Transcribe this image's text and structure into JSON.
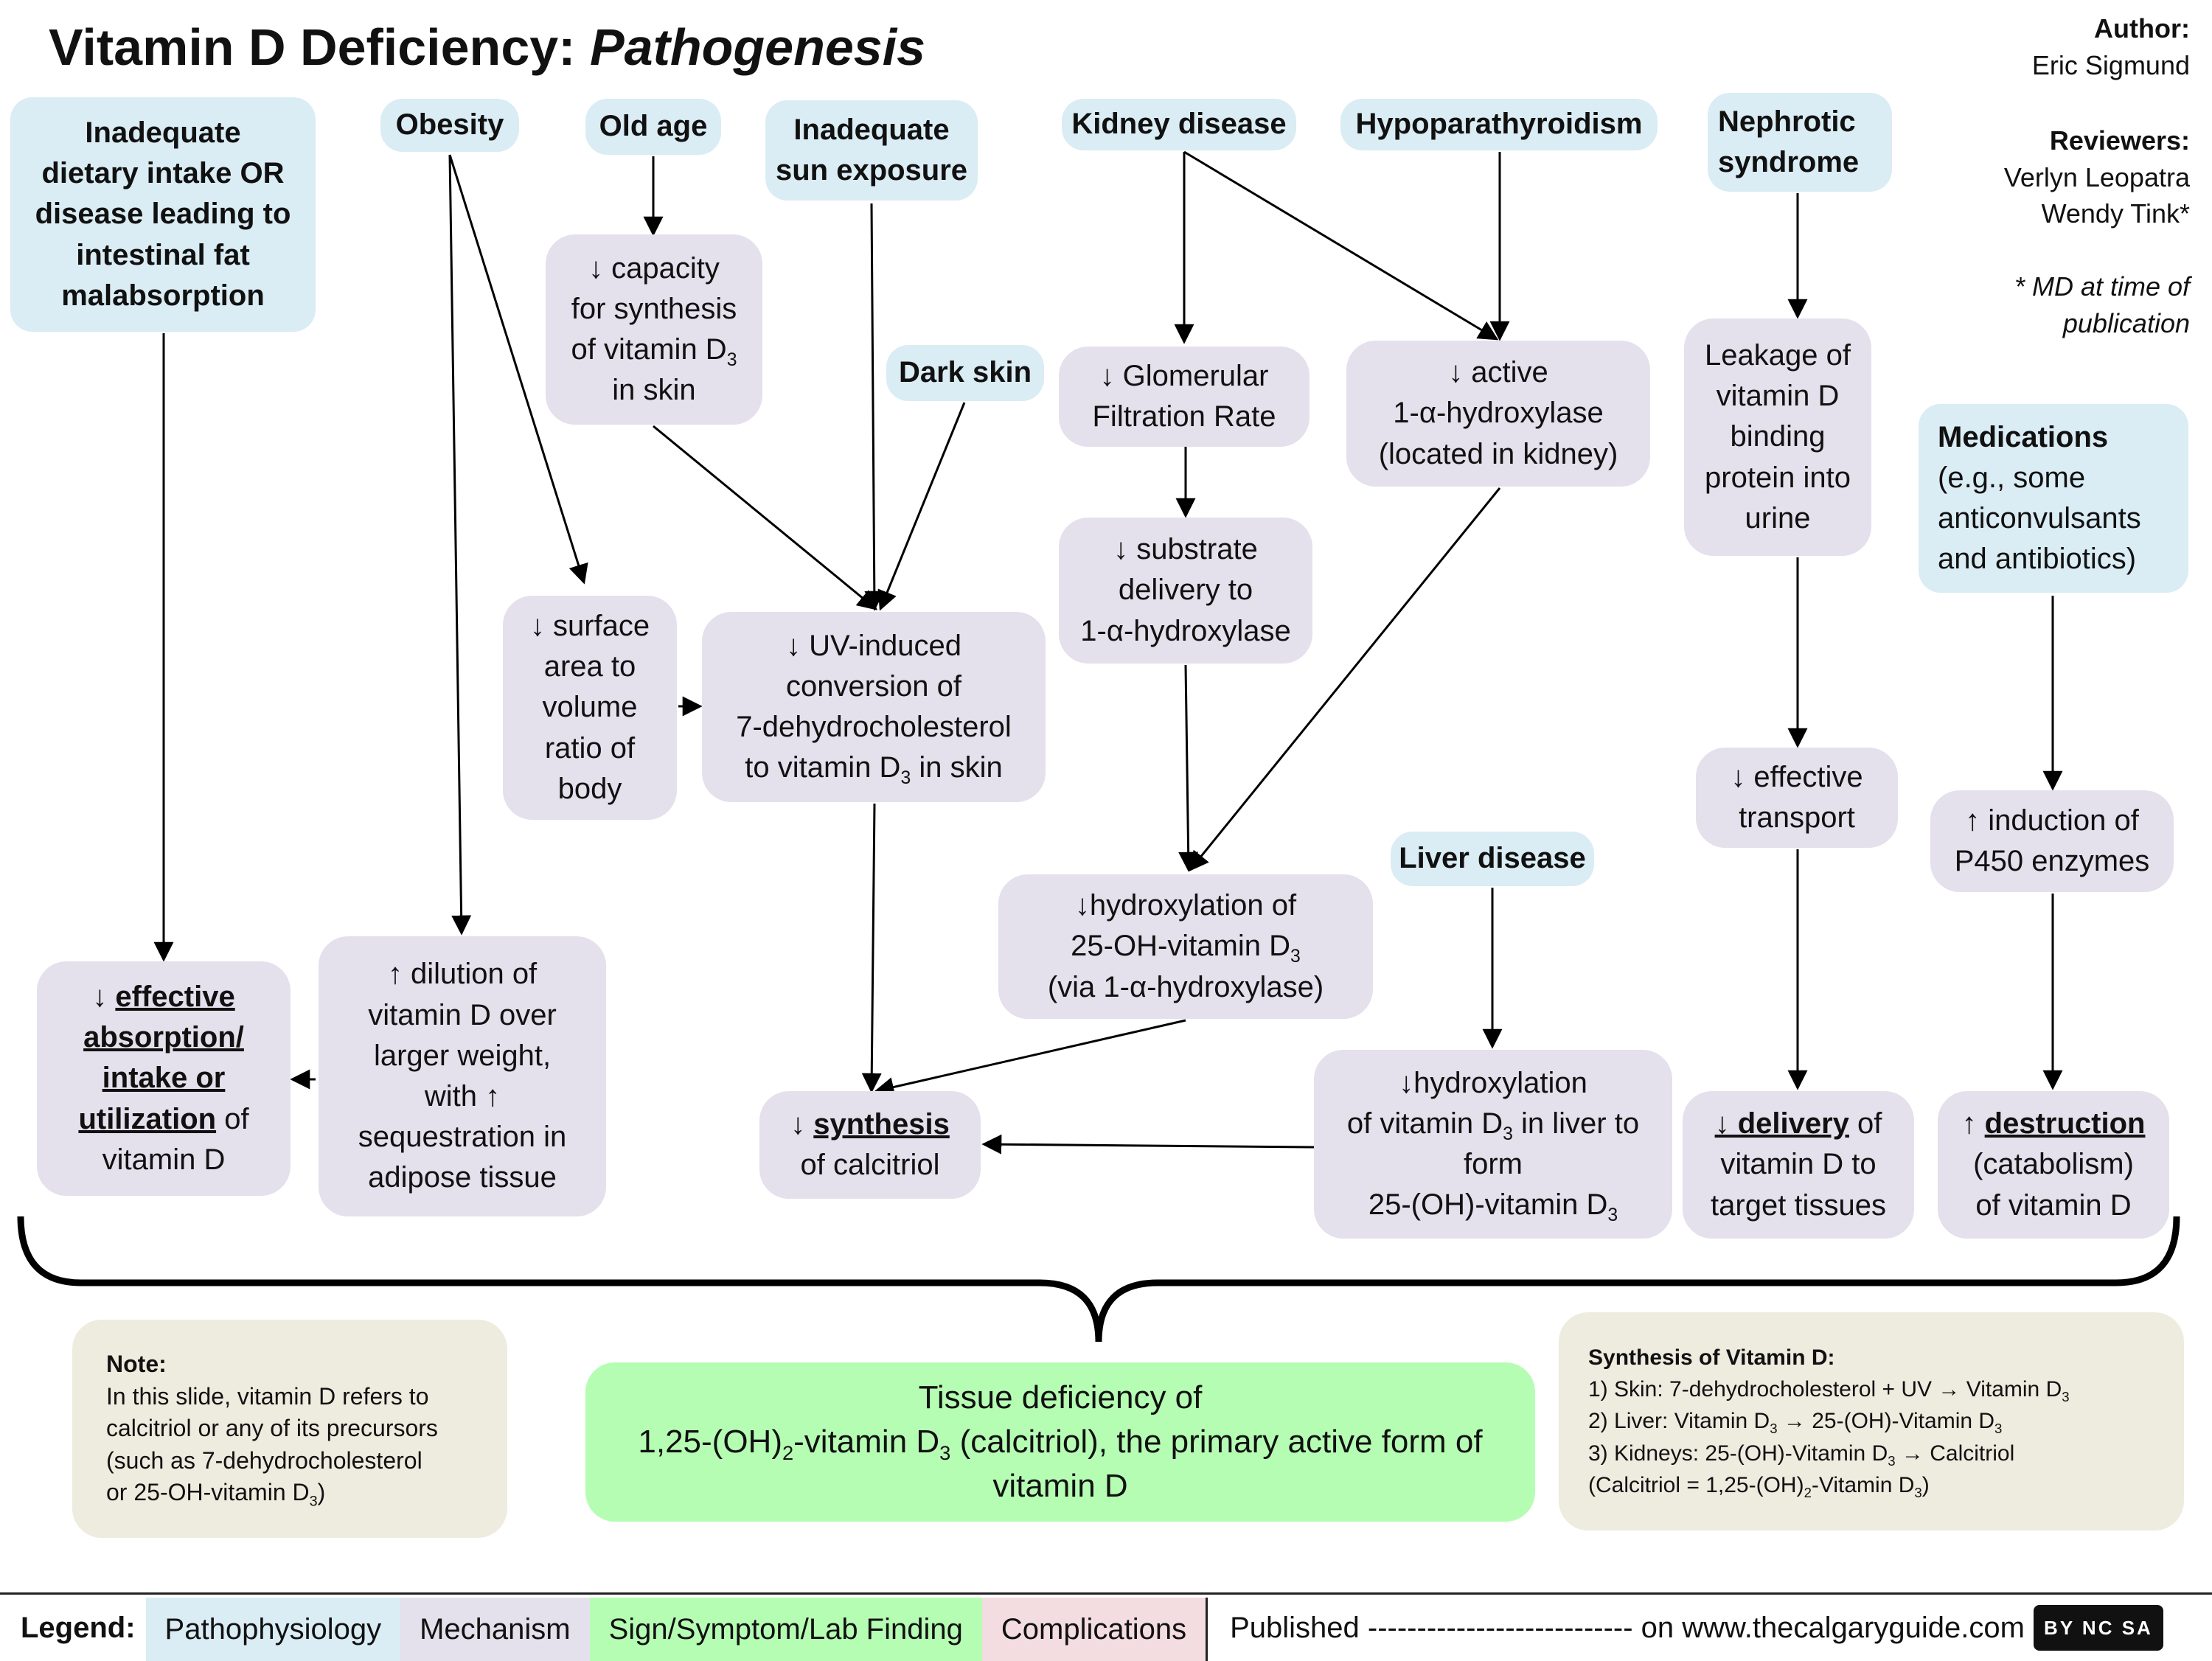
{
  "title": {
    "main": "Vitamin D Deficiency:",
    "sub": "Pathogenesis"
  },
  "credits": {
    "author_label": "Author:",
    "author": "Eric Sigmund",
    "reviewers_label": "Reviewers:",
    "reviewers": [
      "Verlyn Leopatra",
      "Wendy Tink*"
    ],
    "footnote": [
      "* MD at time of",
      "publication"
    ]
  },
  "nodes": {
    "malabsorption": [
      "Inadequate",
      "dietary intake OR",
      "disease leading to",
      "intestinal fat",
      "malabsorption"
    ],
    "obesity": "Obesity",
    "old_age": "Old age",
    "inadequate_sun": [
      "Inadequate",
      "sun exposure"
    ],
    "kidney_disease": "Kidney disease",
    "hypoparathyroidism": "Hypoparathyroidism",
    "nephrotic": [
      "Nephrotic",
      "syndrome"
    ],
    "capacity": [
      "↓ capacity",
      "for synthesis",
      "of vitamin D",
      "3",
      "in skin"
    ],
    "dark_skin": "Dark skin",
    "gfr": [
      "↓ Glomerular",
      "Filtration Rate"
    ],
    "active_hydroxylase": [
      "↓ active",
      "1-α-hydroxylase",
      "(located in kidney)"
    ],
    "leakage": [
      "Leakage of",
      "vitamin D",
      "binding",
      "protein into",
      "urine"
    ],
    "medications_bold": "Medications",
    "medications": [
      "(e.g., some",
      "anticonvulsants",
      "and antibiotics)"
    ],
    "substrate": [
      "↓ substrate",
      "delivery to",
      "1-α-hydroxylase"
    ],
    "surface_area": [
      "↓ surface",
      "area to",
      "volume",
      "ratio of",
      "body"
    ],
    "uv_conversion": [
      "↓ UV-induced",
      "conversion of",
      "7-dehydrocholesterol",
      "to vitamin D",
      "3",
      " in skin"
    ],
    "effective_transport": [
      "↓ effective",
      "transport"
    ],
    "p450": [
      "↑ induction of",
      "P450 enzymes"
    ],
    "liver_disease": "Liver disease",
    "hydroxylation_25": [
      "↓hydroxylation of",
      "25-OH-vitamin D",
      "3",
      "(via 1-α-hydroxylase)"
    ],
    "effective_absorption": [
      "↓ ",
      "effective",
      "absorption/",
      "intake or",
      "utilization",
      " of",
      "vitamin D"
    ],
    "dilution": [
      "↑ dilution of",
      "vitamin D over",
      "larger weight,",
      "with ↑",
      "sequestration in",
      "adipose tissue"
    ],
    "synthesis_calcitriol": [
      "↓ ",
      "synthesis",
      "of calcitriol"
    ],
    "hydroxylation_liver": [
      "↓hydroxylation",
      "of vitamin D",
      "3",
      " in liver to",
      "form",
      "25-(OH)-vitamin D",
      "3"
    ],
    "delivery": [
      "↓ delivery",
      " of",
      "vitamin D to",
      "target tissues"
    ],
    "destruction": [
      "↑ ",
      "destruction",
      "(catabolism)",
      "of vitamin D"
    ]
  },
  "note": {
    "heading": "Note:",
    "lines": [
      "In this slide, vitamin D refers to",
      "calcitriol or any of its precursors",
      "(such as 7-dehydrocholesterol",
      "or 25-OH-vitamin D",
      "3",
      ")"
    ]
  },
  "outcome": {
    "line1": "Tissue deficiency of",
    "line2_a": "1,25-(OH)",
    "line2_sub1": "2",
    "line2_b": "-vitamin D",
    "line2_sub2": "3",
    "line2_c": " (calcitriol), the primary active form of",
    "line3": "vitamin D"
  },
  "synthesis_info": {
    "heading": "Synthesis of Vitamin D:",
    "skin": [
      "1) Skin: 7-dehydrocholesterol + UV → Vitamin D",
      "3"
    ],
    "liver": [
      "2) Liver: Vitamin D",
      "3",
      " → 25-(OH)-Vitamin D",
      "3"
    ],
    "kidneys": [
      "3) Kidneys: 25-(OH)-Vitamin D",
      "3",
      " → Calcitriol"
    ],
    "calcitriol": [
      "(Calcitriol = 1,25-(OH)",
      "2",
      "-Vitamin D",
      "3",
      ")"
    ]
  },
  "legend": {
    "label": "Legend:",
    "items": [
      "Pathophysiology",
      "Mechanism",
      "Sign/Symptom/Lab Finding",
      "Complications"
    ],
    "published": "Published --------------------------- on www.thecalgaryguide.com",
    "license": "BY NC SA"
  },
  "colors": {
    "pathophysiology": "#daecf4",
    "mechanism": "#e4e0ec",
    "sign_symptom": "#b6fdb4",
    "complications": "#f3dde0",
    "note": "#eeebdf"
  }
}
